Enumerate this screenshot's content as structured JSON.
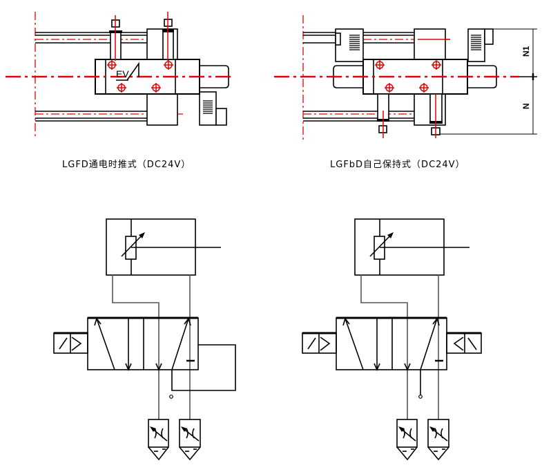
{
  "top_left": {
    "caption": "LGFD通电时推式（DC24V）",
    "mark": "EV"
  },
  "top_right": {
    "caption": "LGFbD自己保持式（DC24V）",
    "dim_upper": "N1",
    "dim_lower": "N"
  },
  "colors": {
    "centerline": "#e00000",
    "line": "#000000",
    "pipe": "#555555"
  }
}
